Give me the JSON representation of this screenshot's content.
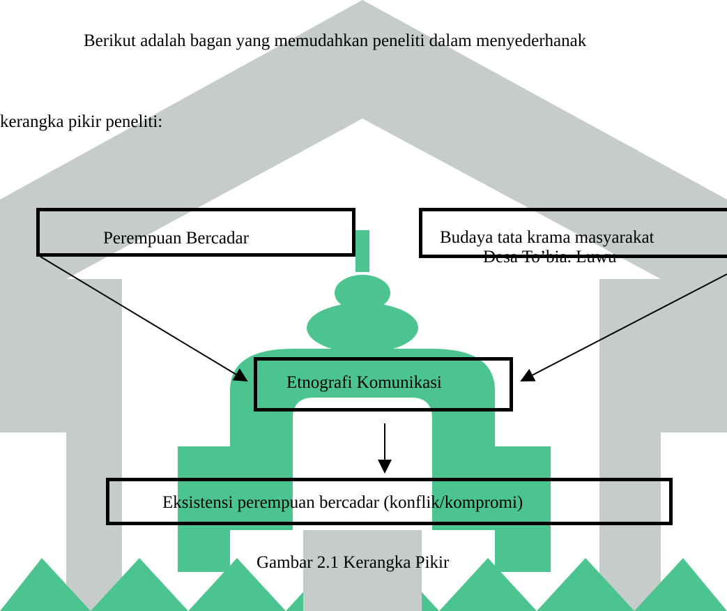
{
  "paragraph": {
    "line1": "Berikut adalah bagan yang memudahkan peneliti dalam menyederhanak",
    "line2": "kerangka pikir peneliti:"
  },
  "diagram": {
    "box_left": "Perempuan Bercadar",
    "box_right_line1": "Budaya tata krama masyarakat",
    "box_right_line2": "Desa To’bia. Luwu",
    "box_center": "Etnografi Komunikasi",
    "box_bottom": "Eksistensi perempuan bercadar (konflik/kompromi)"
  },
  "caption": "Gambar 2.1 Kerangka Pikir",
  "colors": {
    "watermark_gray": "#c5ccc9",
    "watermark_green": "#4cc48f",
    "line": "#000000"
  }
}
